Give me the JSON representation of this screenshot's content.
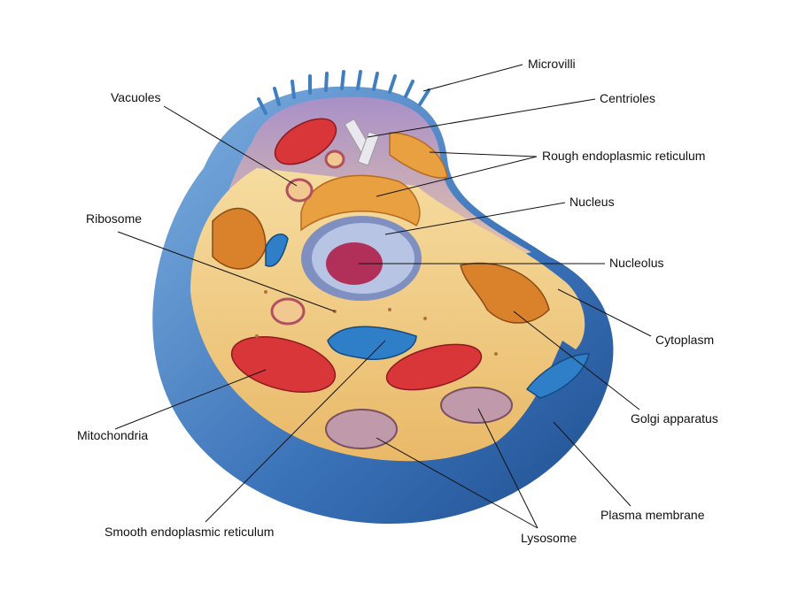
{
  "diagram": {
    "labels": {
      "microvilli": "Microvilli",
      "vacuoles": "Vacuoles",
      "centrioles": "Centrioles",
      "rough_er": "Rough endoplasmic reticulum",
      "nucleus": "Nucleus",
      "ribosome": "Ribosome",
      "nucleolus": "Nucleolus",
      "cytoplasm": "Cytoplasm",
      "golgi": "Golgi apparatus",
      "mitochondria": "Mitochondria",
      "plasma_membrane": "Plasma membrane",
      "lysosome": "Lysosome",
      "smooth_er": "Smooth endoplasmic reticulum"
    },
    "colors": {
      "membrane": "#3f7fc0",
      "cytoplasm": "#f1c878",
      "upper_region": "#c8a6c8",
      "nucleus": "#9fb0d6",
      "nucleolus": "#b0305a",
      "mitochondria": "#d9363a",
      "golgi": "#d9822b",
      "smooth_er": "#2f7fc8",
      "lysosome": "#b58aa0"
    }
  }
}
